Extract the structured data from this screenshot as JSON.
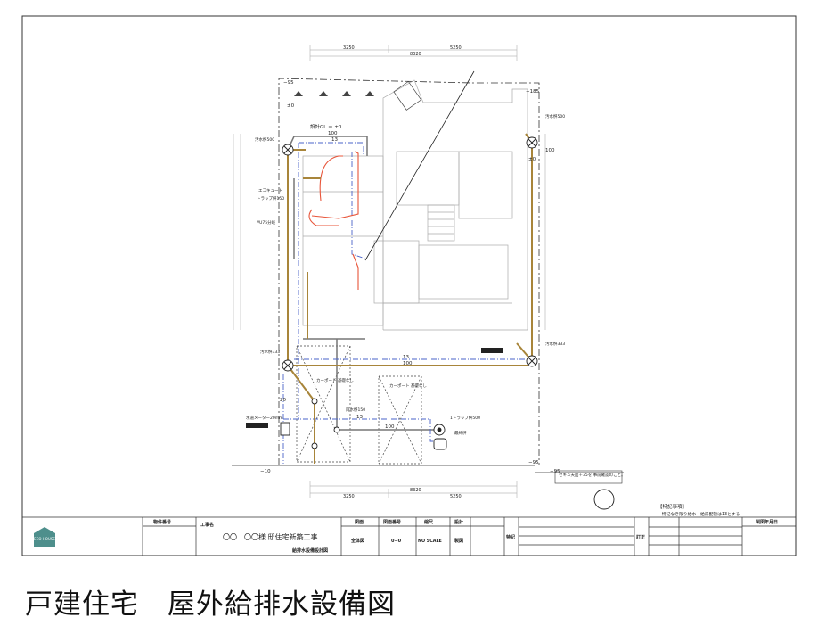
{
  "caption": "戸建住宅　屋外給排水設備図",
  "colors": {
    "drain_pipe": "#a8853a",
    "water_pipe": "#4a63c8",
    "hot_water": "#e8553a",
    "rain_pipe": "#777777"
  },
  "dimensions": {
    "top_a": "3250",
    "top_b": "5250",
    "top_total": "8320",
    "bottom_a": "3250",
    "bottom_b": "5250",
    "bottom_total": "8320"
  },
  "levels": {
    "top_left": "−95",
    "top_right": "−185",
    "pm0_a": "±0",
    "pm0_b": "±0",
    "design_gl": "設計GL ＝ ±0",
    "bottom_left": "−10",
    "bottom_right": "−95",
    "bottom_right2": "−95"
  },
  "pipe_labels": {
    "p100a": "100",
    "p13a": "13",
    "p100b": "100",
    "p13b": "13",
    "p100c": "100",
    "p13c": "13",
    "p20a": "20",
    "p100d": "100",
    "vu75": "VU75"
  },
  "annotations": {
    "ebb1": "汚水桝500",
    "ebb2": "汚水桝500",
    "ecocute": "エコキュート",
    "trap": "トラップ桝150",
    "vu": "VU75分岐",
    "ebb3": "汚水桝333",
    "ebb4": "汚水桝333",
    "carport1": "カーポート 基礎なし",
    "carport2": "カーポート 基礎なし",
    "meter": "水道メーター20mm",
    "rain": "雨水桝150",
    "trapbox": "1トラップ桝500",
    "final": "最終桝",
    "note_box": "セキュ天面＋35を 事前確認のこと。"
  },
  "notes": {
    "title": "【特記事項】",
    "line1": "・特記なき限り給水・給湯配管は13とする"
  },
  "title_block": {
    "property_no_label": "物件番号",
    "project_label": "工事名",
    "project_name": "〇〇　〇〇様 邸住宅新築工事",
    "drawing_type": "給排水設備設計図",
    "drawing_label": "図面",
    "drawing_value": "全体図",
    "drawing_no_label": "図面番号",
    "drawing_no_value": "0−0",
    "scale_label": "縮尺",
    "scale_value": "NO SCALE",
    "design_label": "設計",
    "draft_label": "製図",
    "special_label": "特記",
    "revision_label": "訂正",
    "date_label": "製図年月日",
    "logo_text": "ECO HOUSE"
  }
}
